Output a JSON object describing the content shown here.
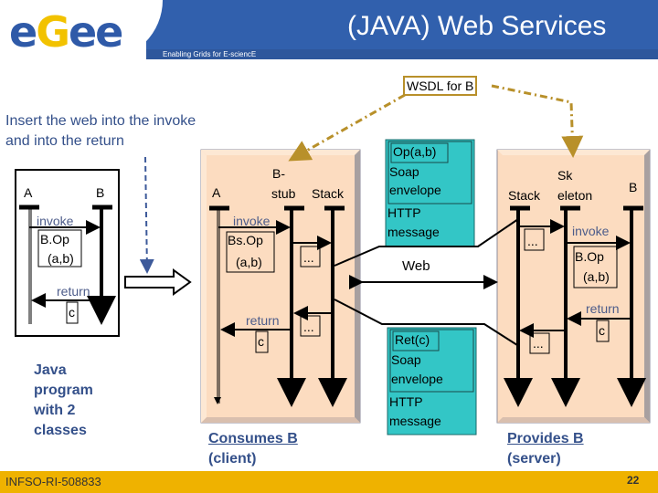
{
  "header": {
    "logo": {
      "e1": "e",
      "g": "G",
      "e2": "e",
      "e3": "e"
    },
    "tagline": "Enabling Grids for E-sciencE",
    "title": "(JAVA) Web Services",
    "colors": {
      "brand_blue": "#3160ad",
      "logo_yellow": "#f2c200",
      "footer_orange": "#efb200"
    }
  },
  "wsdl_label": "WSDL for B",
  "instruction": {
    "line1": "Insert the web into the invoke",
    "line2": "and into the return"
  },
  "java_program": {
    "actor_a": "A",
    "actor_b": "B",
    "invoke": "invoke",
    "call_line1": "B.Op",
    "call_line2": "(a,b)",
    "return": "return",
    "return_value": "c",
    "caption": [
      "Java",
      "program",
      "with 2",
      "classes"
    ]
  },
  "client": {
    "actor_a": "A",
    "stub_line1": "B-",
    "stub_line2": "stub",
    "stack": "Stack",
    "invoke": "invoke",
    "call_line1": "Bs.Op",
    "call_line2": "(a,b)",
    "ellipsis": "...",
    "return": "return",
    "return_value": "c",
    "caption_title": "Consumes B",
    "caption_sub": "(client)"
  },
  "network": {
    "request": {
      "payload": "Op(a,b)",
      "soap1": "Soap",
      "soap2": "envelope",
      "http1": "HTTP",
      "http2": "message"
    },
    "web": "Web",
    "response": {
      "payload": "Ret(c)",
      "soap1": "Soap",
      "soap2": "envelope",
      "http1": "HTTP",
      "http2": "message"
    }
  },
  "server": {
    "stack": "Stack",
    "skel_line1": "Sk",
    "skel_line2": "eleton",
    "actor_b": "B",
    "invoke": "invoke",
    "call_line1": "B.Op",
    "call_line2": "(a,b)",
    "ellipsis": "...",
    "return": "return",
    "return_value": "c",
    "caption_title": "Provides B",
    "caption_sub": "(server)"
  },
  "footer": {
    "id": "INFSO-RI-508833",
    "page": "22"
  }
}
